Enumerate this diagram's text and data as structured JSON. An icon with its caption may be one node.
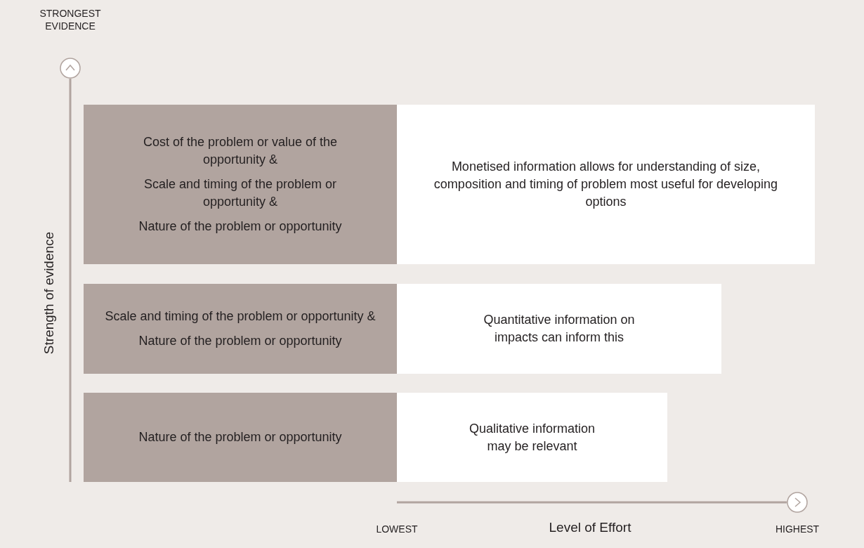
{
  "diagram": {
    "nodes": [
      {
        "text": [
          "Cost of the problem or value of the opportunity &",
          "Scale and timing of the problem or opportunity &",
          "Nature of the problem or opportunity"
        ]
      },
      {
        "text": [
          "Monetised information allows for understanding of size, composition and timing of problem most useful for developing options"
        ]
      },
      {
        "text": [
          "Scale and timing of the problem or opportunity &",
          "Nature of the problem or opportunity"
        ]
      },
      {
        "text": [
          "Quantitative information on impacts can inform this"
        ]
      },
      {
        "text": [
          "Nature of the problem or opportunity"
        ]
      },
      {
        "text": [
          "Qualitative information may be relevant"
        ]
      }
    ],
    "edges": [],
    "labels": [
      "STRONGEST EVIDENCE",
      "Strength of evidence",
      "LOWEST",
      "Level of Effort",
      "HIGHEST"
    ]
  }
}
